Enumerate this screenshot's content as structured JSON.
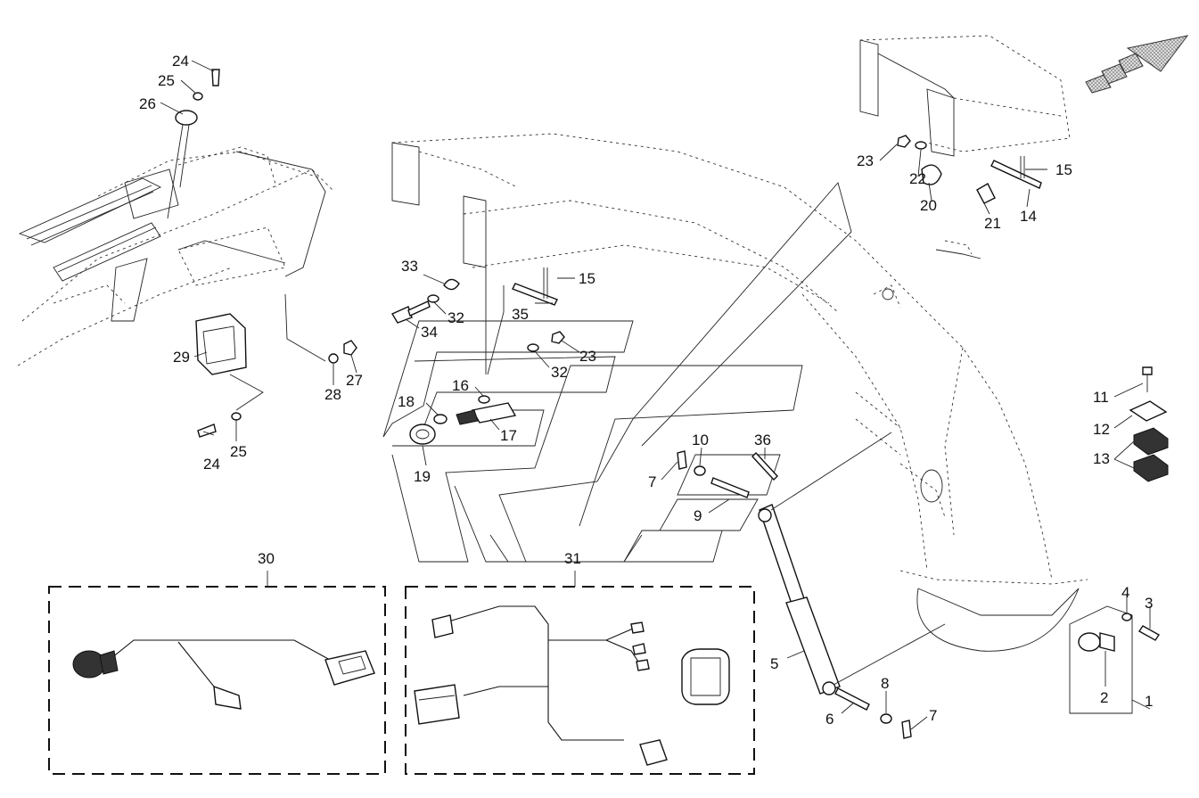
{
  "diagram": {
    "labels": {
      "l1": "1",
      "l2": "2",
      "l3": "3",
      "l4": "4",
      "l5": "5",
      "l6": "6",
      "l7a": "7",
      "l7b": "7",
      "l8": "8",
      "l9": "9",
      "l10": "10",
      "l11": "11",
      "l12": "12",
      "l13": "13",
      "l14": "14",
      "l15a": "15",
      "l15b": "15",
      "l16": "16",
      "l17": "17",
      "l18": "18",
      "l19": "19",
      "l20": "20",
      "l21": "21",
      "l22": "22",
      "l23a": "23",
      "l23b": "23",
      "l24a": "24",
      "l24b": "24",
      "l25a": "25",
      "l25b": "25",
      "l26": "26",
      "l27": "27",
      "l28": "28",
      "l29": "29",
      "l30": "30",
      "l31": "31",
      "l32a": "32",
      "l32b": "32",
      "l33": "33",
      "l34": "34",
      "l35": "35",
      "l36": "36"
    },
    "colors": {
      "line": "#111111",
      "background": "#ffffff",
      "pattern": "#999999"
    },
    "icons": {
      "direction": "direction-arrow-icon"
    }
  }
}
